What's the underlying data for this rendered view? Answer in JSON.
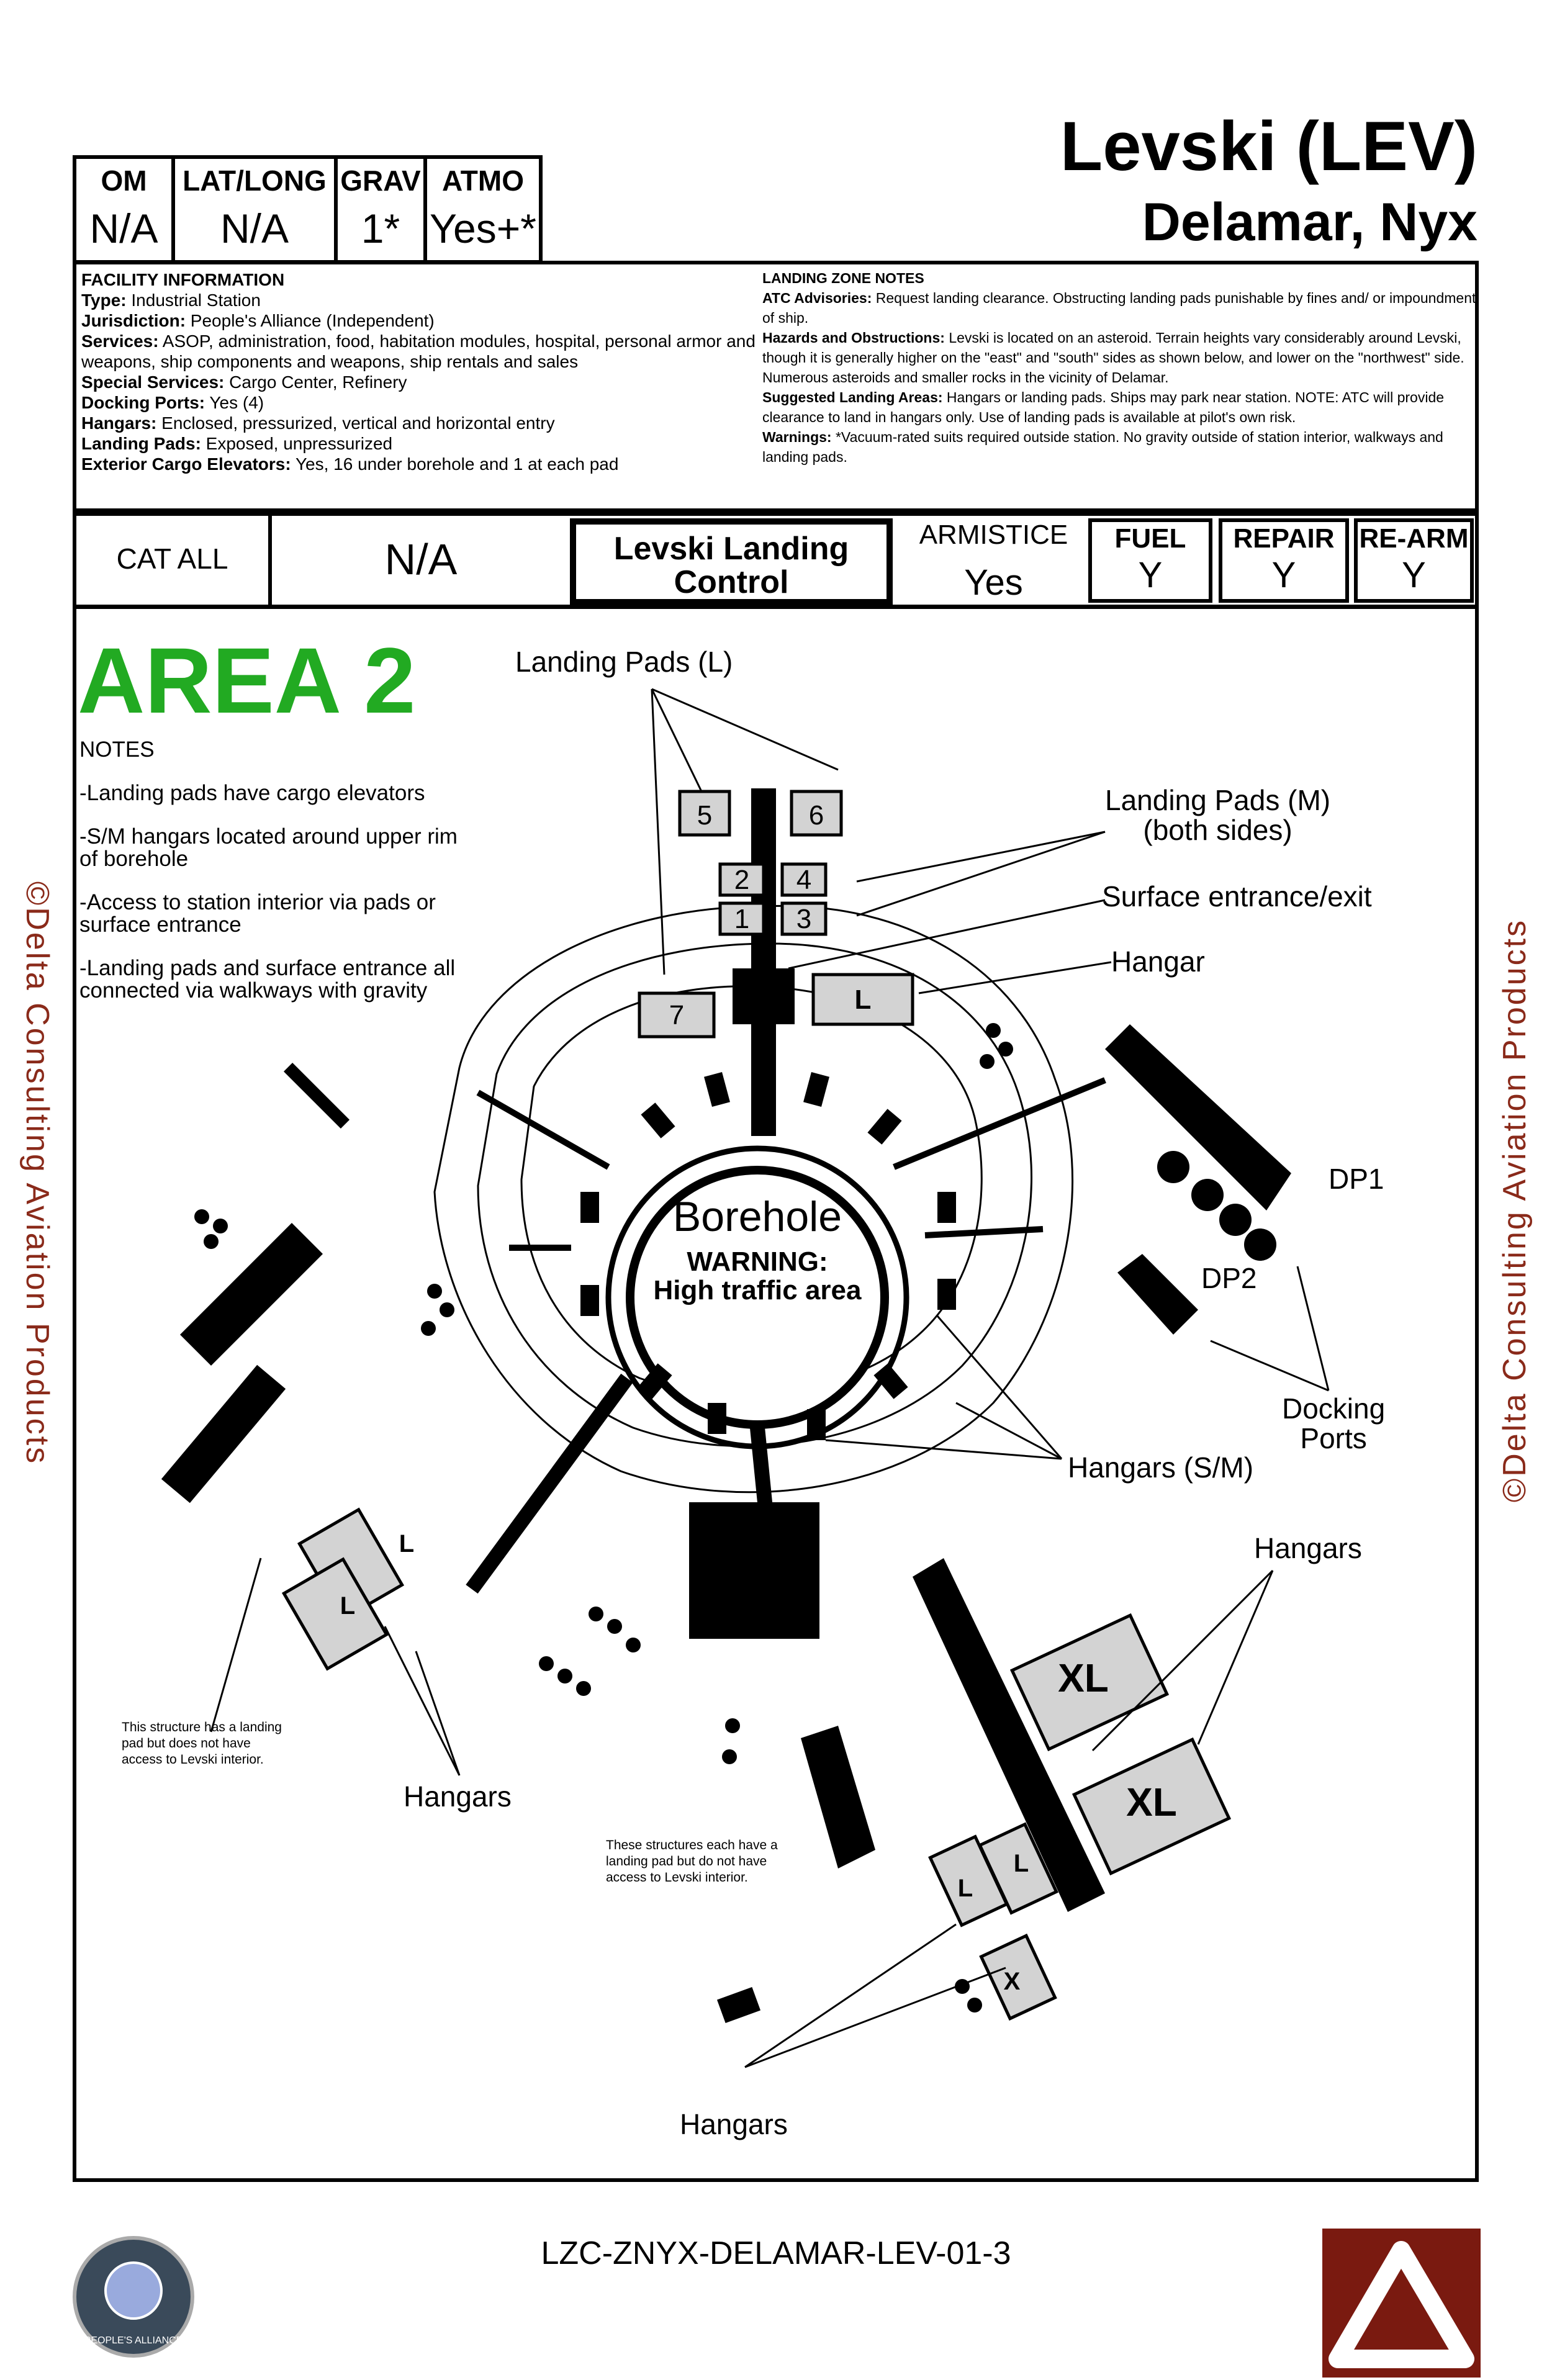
{
  "header": {
    "title": "Levski (LEV)",
    "subtitle": "Delamar, Nyx",
    "cells": [
      {
        "label": "OM",
        "value": "N/A"
      },
      {
        "label": "LAT/LONG",
        "value": "N/A"
      },
      {
        "label": "GRAV",
        "value": "1*"
      },
      {
        "label": "ATMO",
        "value": "Yes+*"
      }
    ]
  },
  "facility": {
    "heading": "FACILITY INFORMATION",
    "rows": [
      {
        "k": "Type:",
        "v": " Industrial Station"
      },
      {
        "k": "Jurisdiction:",
        "v": " People's Alliance (Independent)"
      },
      {
        "k": "Services:",
        "v": " ASOP, administration, food, habitation modules, hospital, personal armor and weapons, ship components and weapons, ship rentals and sales"
      },
      {
        "k": "Special Services:",
        "v": " Cargo Center, Refinery"
      },
      {
        "k": "Docking Ports:",
        "v": " Yes (4)"
      },
      {
        "k": "Hangars:",
        "v": " Enclosed, pressurized, vertical and horizontal entry"
      },
      {
        "k": "Landing Pads:",
        "v": " Exposed, unpressurized"
      },
      {
        "k": "Exterior Cargo Elevators:",
        "v": " Yes, 16 under borehole and 1 at each pad"
      }
    ]
  },
  "landing_zone": {
    "heading": "LANDING ZONE NOTES",
    "rows": [
      {
        "k": "ATC Advisories:",
        "v": " Request landing clearance.  Obstructing landing pads punishable by fines and/ or impoundment of ship."
      },
      {
        "k": "Hazards and Obstructions:",
        "v": " Levski is located on an asteroid.  Terrain heights vary considerably around Levski, though it is generally higher on the \"east\" and \"south\" sides as shown below, and lower on the \"northwest\" side.  Numerous asteroids and smaller rocks in the vicinity of Delamar."
      },
      {
        "k": "Suggested Landing Areas:",
        "v": " Hangars or landing pads.  Ships may park near station.  NOTE: ATC will provide clearance to land in hangars only.  Use of landing pads is available at pilot's own risk."
      },
      {
        "k": "Warnings:",
        "v": " *Vacuum-rated suits required outside station.  No gravity outside of station interior, walkways and landing pads."
      }
    ]
  },
  "row2": {
    "cat": "CAT ALL",
    "cat_value": "N/A",
    "control": "Levski Landing Control",
    "armistice_label": "ARMISTICE",
    "armistice_value": "Yes",
    "fuel_label": "FUEL",
    "fuel_value": "Y",
    "repair_label": "REPAIR",
    "repair_value": "Y",
    "rearm_label": "RE-ARM",
    "rearm_value": "Y"
  },
  "map": {
    "area_title": "AREA 2",
    "notes_heading": "NOTES",
    "notes": [
      "-Landing pads have cargo elevators",
      "-S/M hangars located around upper rim of borehole",
      "-Access to station interior via pads or surface entrance",
      "-Landing pads and surface entrance all connected via walkways with gravity"
    ],
    "labels": {
      "landing_pads_l": "Landing Pads (L)",
      "landing_pads_m": "Landing Pads (M)\n(both sides)",
      "surface_entrance": "Surface entrance/exit",
      "hangar": "Hangar",
      "dp1": "DP1",
      "dp2": "DP2",
      "docking_ports": "Docking\nPorts",
      "hangars_sm": "Hangars (S/M)",
      "hangars_right": "Hangars",
      "hangars_left": "Hangars",
      "hangars_bottom": "Hangars",
      "borehole": "Borehole",
      "warning": "WARNING:\nHigh traffic area",
      "note_left": "This structure has a landing pad but does not have access to Levski interior.",
      "note_bottom": "These structures each have a landing pad but do not have access to Levski interior."
    },
    "pad_numbers": [
      "5",
      "6",
      "2",
      "4",
      "1",
      "3",
      "7"
    ],
    "hangar_sizes": [
      "L",
      "L",
      "L",
      "XL",
      "XL",
      "L",
      "L",
      "X"
    ]
  },
  "footer": {
    "code": "LZC-ZNYX-DELAMAR-LEV-01-3",
    "copyright_left": "©Delta Consulting Aviation Products",
    "copyright_right": "©Delta Consulting Aviation Products",
    "logo_text": "PEOPLE'S ALLIANCE"
  },
  "colors": {
    "area": "#22aa22",
    "brand": "#7a1a10",
    "copyright": "#8a2a1a"
  }
}
